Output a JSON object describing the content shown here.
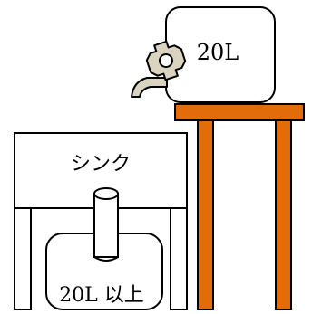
{
  "diagram": {
    "tank": {
      "label": "20L"
    },
    "sink": {
      "label": "シンク"
    },
    "container": {
      "label": "20L 以上"
    },
    "colors": {
      "stand": "#E36C0A",
      "valve": "#D9D3C0",
      "outline": "#000000",
      "background": "#FFFFFF"
    }
  }
}
